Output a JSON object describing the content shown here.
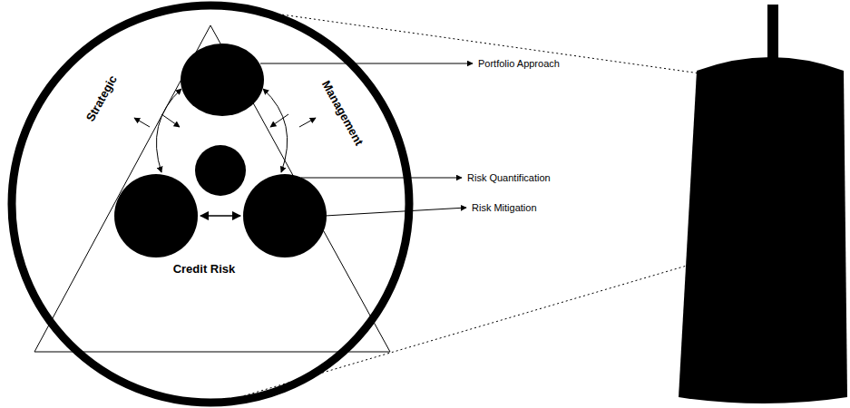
{
  "diagram": {
    "nodes": [
      {
        "text": [
          "Strategic",
          "Management",
          "Credit Risk"
        ]
      }
    ],
    "labels": [
      "Portfolio Approach",
      "Risk Quantification",
      "Risk Mitigation"
    ]
  }
}
